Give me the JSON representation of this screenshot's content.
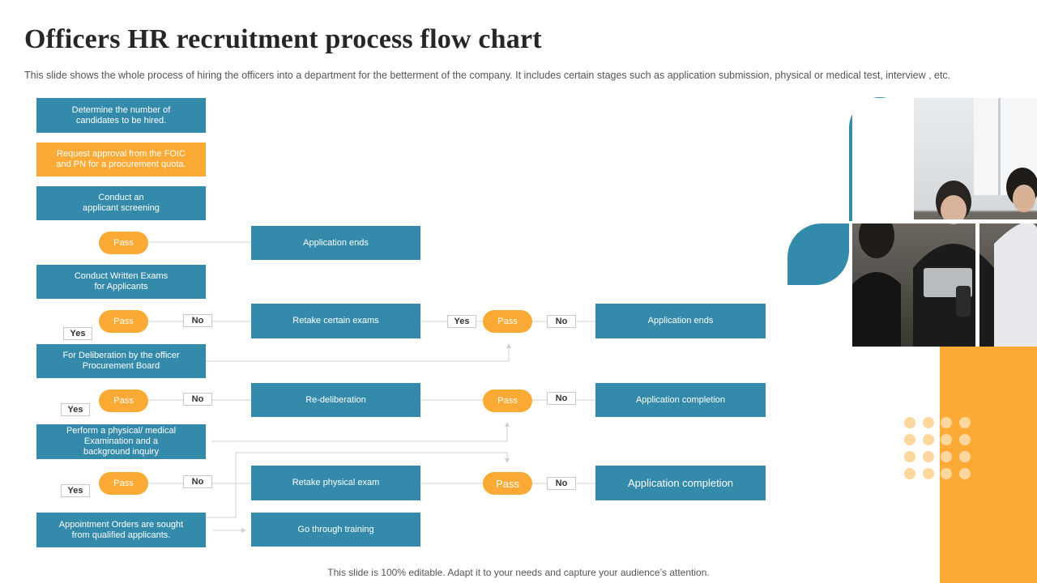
{
  "title": "Officers HR recruitment process flow chart",
  "subtitle": "This slide shows the whole process of hiring the officers into a department for the betterment of the company. It includes certain stages such as  application submission, physical or medical test, interview  , etc.",
  "footer": "This slide is 100% editable. Adapt it to your needs and capture your audience’s attention.",
  "main_steps": [
    "Determine the number of\ncandidates to be hired.",
    "Request approval from the FOIC\nand PN  for a procurement quota.",
    "Conduct an\napplicant screening",
    "Conduct Written Exams\nfor Applicants",
    "For Deliberation by the officer\nProcurement Board",
    "Perform a physical/ medical\nExamination  and a\nbackground inquiry",
    "Appointment Orders are sought\nfrom qualified applicants."
  ],
  "branch_steps": {
    "application_ends_1": "Application ends",
    "retake_exams": "Retake  certain exams",
    "re_deliberation": "Re-deliberation",
    "retake_physical": "Retake  physical exam",
    "go_through_training": "Go through training"
  },
  "outcomes": {
    "application_ends_2": "Application ends",
    "application_completion_1": "Application completion",
    "application_completion_2": "Application completion"
  },
  "decision_label": "Pass",
  "yes_label": "Yes",
  "no_label": "No",
  "colors": {
    "teal": "#348aab",
    "orange": "#fbaa35",
    "light_orange": "#fdd79d"
  }
}
